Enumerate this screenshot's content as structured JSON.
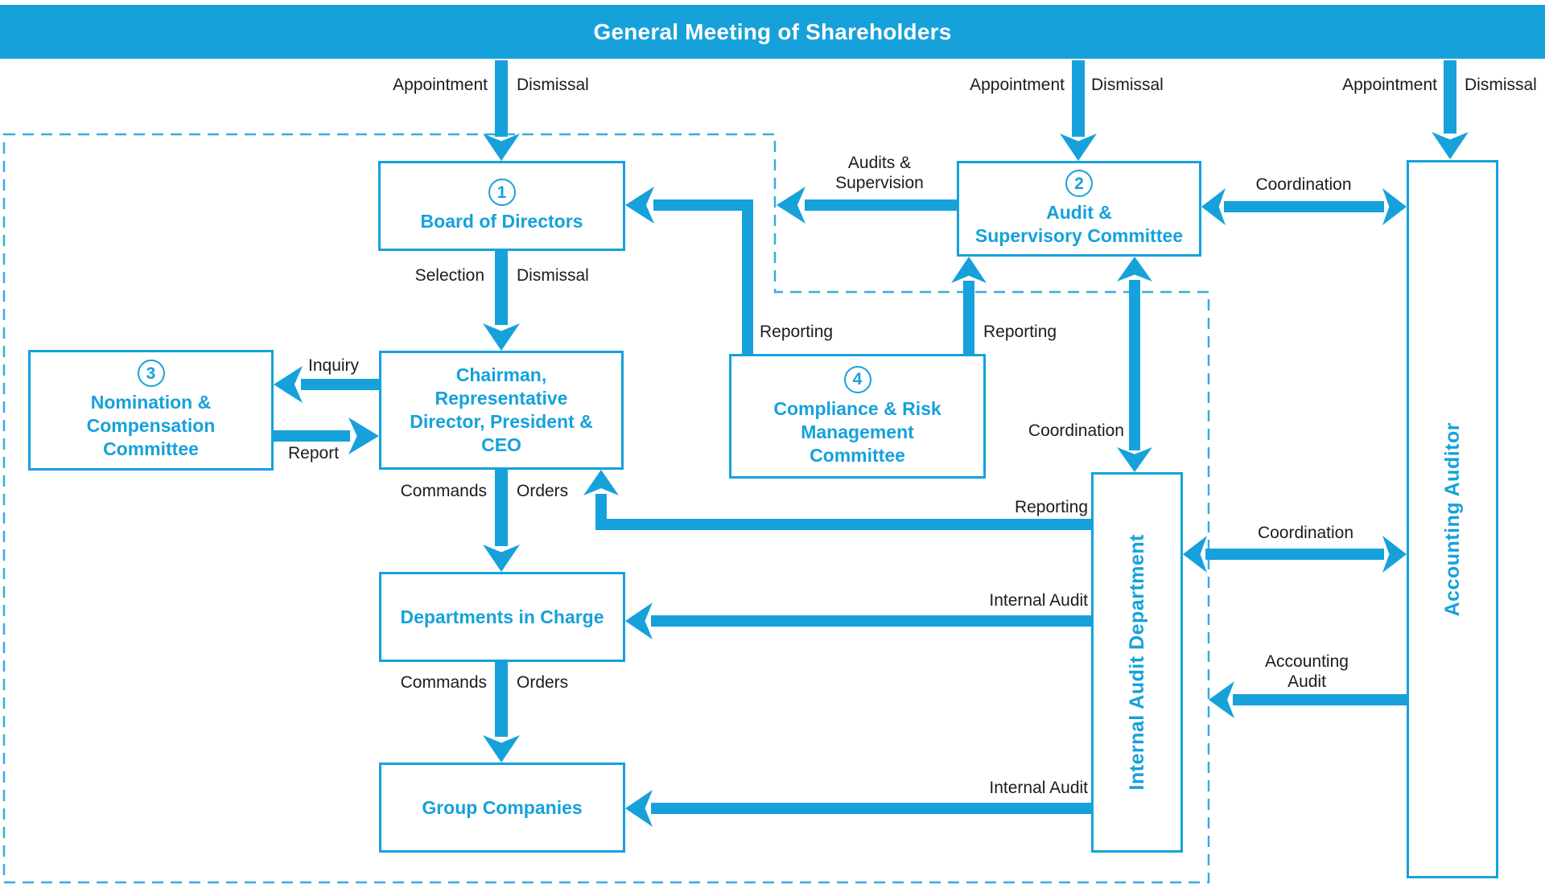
{
  "banner": {
    "title": "General Meeting of Shareholders"
  },
  "boxes": {
    "board_of_directors": {
      "number": "1",
      "label": "Board of Directors"
    },
    "audit_supervisory_committee": {
      "number": "2",
      "label": "Audit &\nSupervisory Committee"
    },
    "nomination_compensation_committee": {
      "number": "3",
      "label": "Nomination &\nCompensation\nCommittee"
    },
    "chairman_ceo": {
      "label": "Chairman,\nRepresentative\nDirector, President &\nCEO"
    },
    "compliance_risk_committee": {
      "number": "4",
      "label": "Compliance & Risk\nManagement\nCommittee"
    },
    "departments_in_charge": {
      "label": "Departments in Charge"
    },
    "group_companies": {
      "label": "Group Companies"
    },
    "internal_audit_department": {
      "label": "Internal Audit Department"
    },
    "accounting_auditor": {
      "label": "Accounting Auditor"
    }
  },
  "edge_labels": {
    "appointment": "Appointment",
    "dismissal": "Dismissal",
    "selection": "Selection",
    "inquiry": "Inquiry",
    "report": "Report",
    "commands": "Commands",
    "orders": "Orders",
    "audits_supervision": "Audits &\nSupervision",
    "reporting": "Reporting",
    "coordination": "Coordination",
    "internal_audit": "Internal Audit",
    "accounting_audit": "Accounting\nAudit"
  },
  "colors": {
    "accent": "#16A1DB",
    "dashed_border": "#35ACE2",
    "label_text": "#1C1C1C"
  }
}
